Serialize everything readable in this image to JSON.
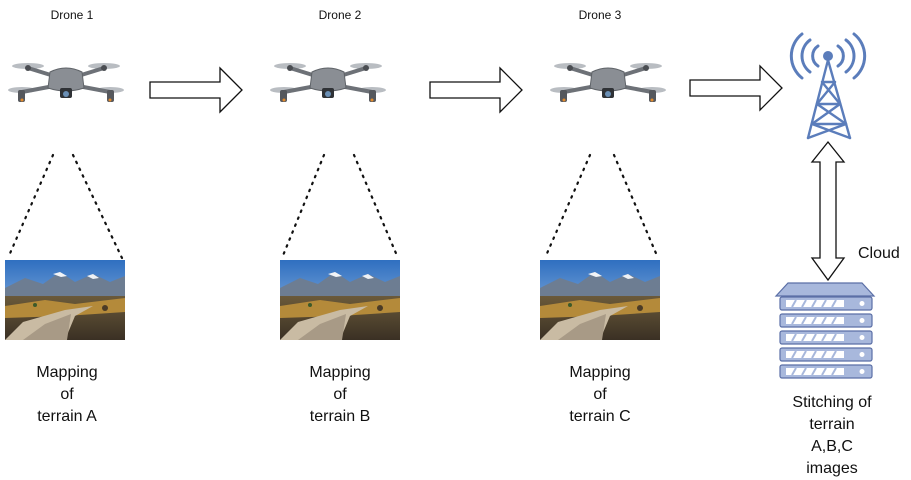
{
  "drones": [
    {
      "label": "Drone 1",
      "mapping": [
        "Mapping",
        "of",
        "terrain A"
      ]
    },
    {
      "label": "Drone 2",
      "mapping": [
        "Mapping",
        "of",
        "terrain B"
      ]
    },
    {
      "label": "Drone 3",
      "mapping": [
        "Mapping",
        "of",
        "terrain C"
      ]
    }
  ],
  "tower": {
    "icon": "cell-tower-icon",
    "color": "#5b7dbb"
  },
  "cloud": {
    "label": "Cloud",
    "icon": "server-stack-icon"
  },
  "stitching": [
    "Stitching of",
    "terrain",
    "A,B,C",
    "images"
  ],
  "colors": {
    "tower": "#5b7dbb",
    "server_fill": "#a8b8dc",
    "server_stroke": "#5b6fa6",
    "drone": "#8a8e94"
  }
}
